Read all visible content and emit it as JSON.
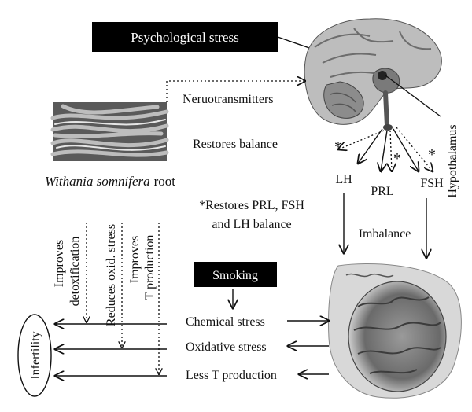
{
  "labels": {
    "psych_stress": "Psychological stress",
    "neurotransmitters": "Neruotransmitters",
    "restores_balance": "Restores balance",
    "root_name": "Withania somnifera",
    "root_suffix": "root",
    "hypothalamus": "Hypothalamus",
    "lh": "LH",
    "prl": "PRL",
    "fsh": "FSH",
    "star": "*",
    "restores_prl_line1": "*Restores PRL, FSH",
    "restores_prl_line2": "and LH balance",
    "imbalance": "Imbalance",
    "smoking": "Smoking",
    "chemical_stress": "Chemical stress",
    "oxidative_stress": "Oxidative stress",
    "less_t": "Less T production",
    "infertility": "Infertility",
    "improves_detox_1": "Improves",
    "improves_detox_2": "detoxification",
    "reduces_oxid": "Reduces oxid. stress",
    "improves_t_1": "Improves",
    "improves_t_2": "T production"
  },
  "colors": {
    "box_fill": "#000000",
    "box_text": "#ffffff",
    "line": "#111111"
  }
}
